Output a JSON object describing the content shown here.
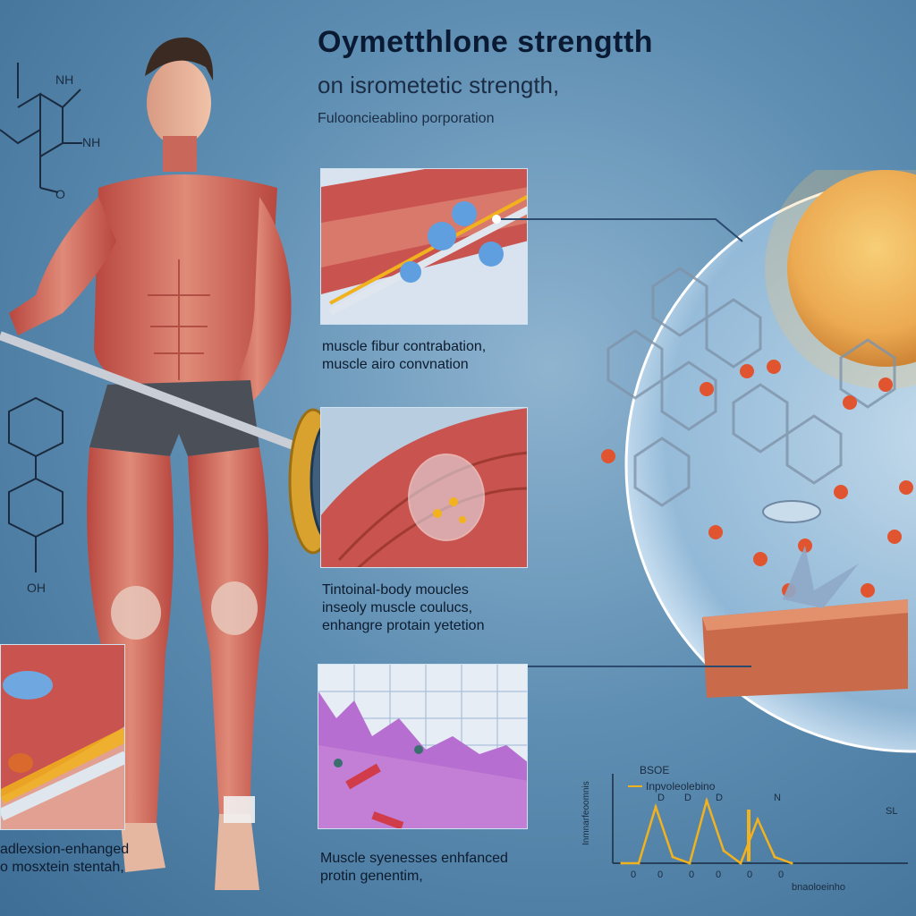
{
  "header": {
    "title": "Oymetthlone strengtth",
    "subtitle": "on isrometetic strength,",
    "tagline": "Fulooncieablino porporation"
  },
  "molecule_left": {
    "labels": [
      "NH",
      "NH",
      "O",
      "OH"
    ]
  },
  "panels": {
    "p1": {
      "caption_lines": [
        "muscle fibur contrabation,",
        "muscle airo convnation"
      ]
    },
    "p2": {
      "caption_lines": [
        "Tintoinal-body moucles",
        "inseoly muscle coulucs,",
        "enhangre protain yetetion"
      ]
    },
    "p3": {
      "caption_lines": [
        "Muscle syenesses enhfanced",
        "protin genentim,"
      ]
    },
    "bottom_left": {
      "caption_lines": [
        "adlexsion-enhanged",
        "o mosxtein stentah,"
      ]
    }
  },
  "chart_data": {
    "type": "line",
    "title": "BSOE",
    "legend": [
      "Inpvoleolebino"
    ],
    "ylabel": "Inmnarfeoomnis",
    "xlabel": "bnaoloeinho",
    "tick_labels_top": [
      "D",
      "D",
      "D",
      "N"
    ],
    "tick_labels_bottom": [
      "0",
      "0",
      "0",
      "0",
      "0",
      "0"
    ],
    "side_label": "SL",
    "x": [
      0,
      1,
      2,
      3,
      4,
      5,
      6,
      7,
      8,
      9,
      10
    ],
    "values": [
      0,
      0,
      0.9,
      0.1,
      0,
      1.0,
      0.2,
      0,
      0.7,
      0.1,
      0
    ]
  },
  "colors": {
    "muscle": "#c9534f",
    "muscle_light": "#e08a78",
    "cell": "#e8a24a",
    "bar": "#c9ced6",
    "plate": "#d9a12e",
    "line": "#f2b21e"
  }
}
